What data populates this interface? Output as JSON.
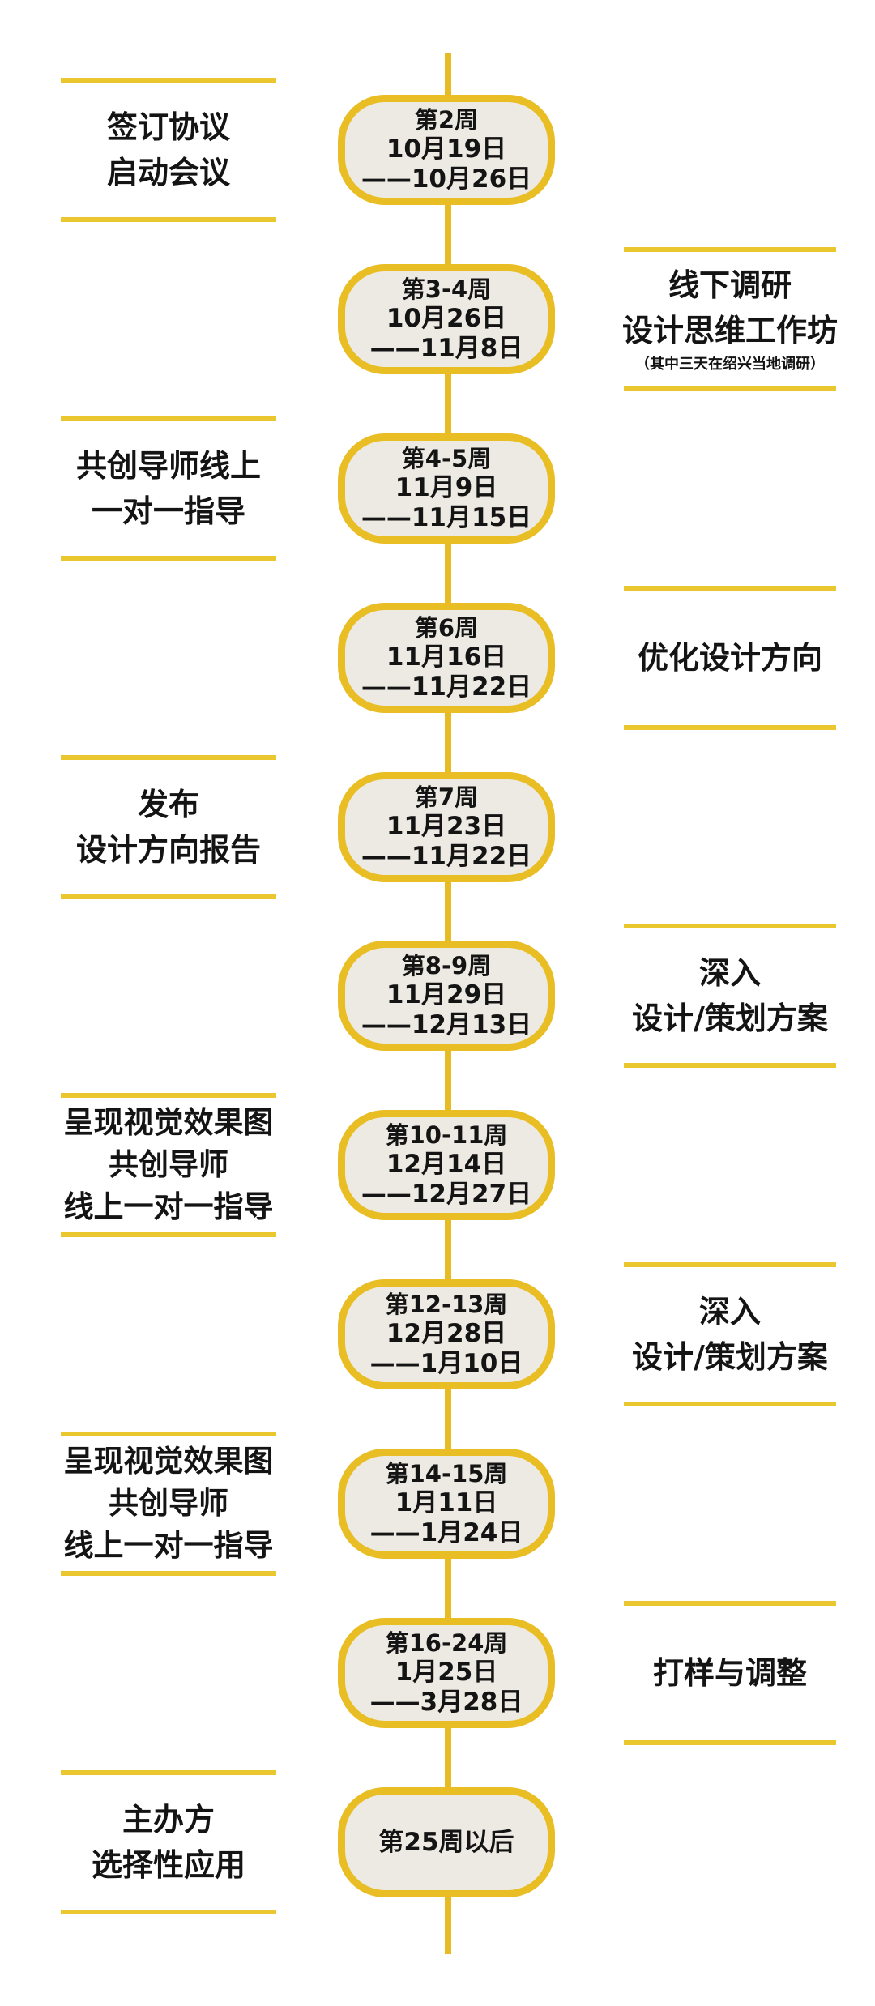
{
  "colors": {
    "axis_yellow": "#E7BB23",
    "node_border_yellow": "#E9BD24",
    "node_fill": "#ECEAE2",
    "divider_yellow": "#EAC62F",
    "text_black": "#141414",
    "background": "#FFFFFF"
  },
  "nodes": [
    {
      "week": "第2周",
      "date_start": "10月19日",
      "date_end": "——10月26日"
    },
    {
      "week": "第3-4周",
      "date_start": "10月26日",
      "date_end": "——11月8日"
    },
    {
      "week": "第4-5周",
      "date_start": "11月9日",
      "date_end": "——11月15日"
    },
    {
      "week": "第6周",
      "date_start": "11月16日",
      "date_end": "——11月22日"
    },
    {
      "week": "第7周",
      "date_start": "11月23日",
      "date_end": "——11月22日"
    },
    {
      "week": "第8-9周",
      "date_start": "11月29日",
      "date_end": "——12月13日"
    },
    {
      "week": "第10-11周",
      "date_start": "12月14日",
      "date_end": "——12月27日"
    },
    {
      "week": "第12-13周",
      "date_start": "12月28日",
      "date_end": "——1月10日"
    },
    {
      "week": "第14-15周",
      "date_start": "1月11日",
      "date_end": "——1月24日"
    },
    {
      "week": "第16-24周",
      "date_start": "1月25日",
      "date_end": "——3月28日"
    },
    {
      "week": "第25周以后",
      "date_start": "",
      "date_end": ""
    }
  ],
  "labels": [
    {
      "side": "left",
      "lines": [
        "签订协议",
        "启动会议"
      ]
    },
    {
      "side": "right",
      "lines": [
        "线下调研",
        "设计思维工作坊"
      ],
      "note": "（其中三天在绍兴当地调研）"
    },
    {
      "side": "left",
      "lines": [
        "共创导师线上",
        "一对一指导"
      ]
    },
    {
      "side": "right",
      "lines": [
        "优化设计方向"
      ]
    },
    {
      "side": "left",
      "lines": [
        "发布",
        "设计方向报告"
      ]
    },
    {
      "side": "right",
      "lines": [
        "深入",
        "设计/策划方案"
      ]
    },
    {
      "side": "left",
      "lines": [
        "呈现视觉效果图",
        "共创导师",
        "线上一对一指导"
      ]
    },
    {
      "side": "right",
      "lines": [
        "深入",
        "设计/策划方案"
      ]
    },
    {
      "side": "left",
      "lines": [
        "呈现视觉效果图",
        "共创导师",
        "线上一对一指导"
      ]
    },
    {
      "side": "right",
      "lines": [
        "打样与调整"
      ]
    },
    {
      "side": "left",
      "lines": [
        "主办方",
        "选择性应用"
      ]
    }
  ]
}
